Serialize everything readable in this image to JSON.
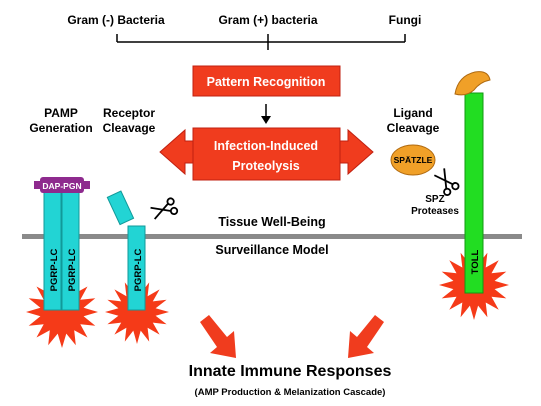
{
  "microbes": {
    "gram_neg": "Gram (-) Bacteria",
    "gram_pos": "Gram (+) bacteria",
    "fungi": "Fungi"
  },
  "boxes": {
    "pattern_recognition": "Pattern Recognition",
    "infection_proteolysis_line1": "Infection-Induced",
    "infection_proteolysis_line2": "Proteolysis"
  },
  "side_labels": {
    "pamp_line1": "PAMP",
    "pamp_line2": "Generation",
    "receptor_line1": "Receptor",
    "receptor_line2": "Cleavage",
    "ligand_line1": "Ligand",
    "ligand_line2": "Cleavage"
  },
  "membrane": {
    "above": "Tissue Well-Being",
    "below": "Surveillance Model"
  },
  "molecules": {
    "dap_pgn": "DAP-PGN",
    "pgrp_lc": "PGRP-LC",
    "spatzle": "SPÄTZLE",
    "spz_proteases_line1": "SPZ",
    "spz_proteases_line2": "Proteases",
    "toll": "TOLL"
  },
  "outcome": {
    "title": "Innate Immune Responses",
    "subtitle": "(AMP Production & Melanization Cascade)"
  },
  "colors": {
    "red_box": "#f03c1e",
    "starburst": "#f53a18",
    "receptor_cyan": "#22d4d4",
    "toll_green": "#22dd22",
    "dap_purple": "#8e2a8e",
    "spatzle_orange": "#f0a028",
    "membrane_gray": "#8a8a8a"
  },
  "icons": [
    "scissors-icon",
    "arrow-down-icon",
    "double-arrow-icon",
    "starburst-icon"
  ]
}
